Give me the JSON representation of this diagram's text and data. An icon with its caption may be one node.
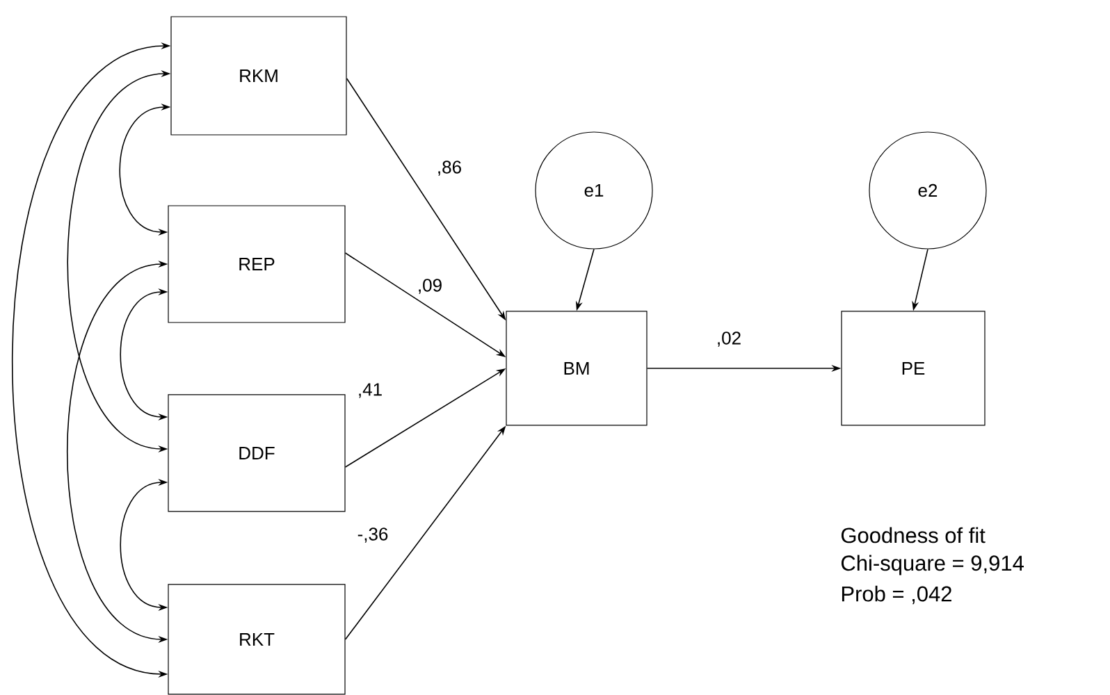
{
  "diagram": {
    "nodes": [
      {
        "text": [
          "RKM"
        ]
      },
      {
        "text": [
          "REP"
        ]
      },
      {
        "text": [
          "DDF"
        ]
      },
      {
        "text": [
          "RKT"
        ]
      },
      {
        "text": [
          "e1"
        ]
      },
      {
        "text": [
          "BM"
        ]
      },
      {
        "text": [
          "e2"
        ]
      },
      {
        "text": [
          "PE"
        ]
      }
    ],
    "edges": [
      {
        "from": 0,
        "to": 5,
        "arrow": "to",
        "label": ",86"
      },
      {
        "from": 1,
        "to": 5,
        "arrow": "to",
        "label": ",09"
      },
      {
        "from": 2,
        "to": 5,
        "arrow": "to",
        "label": ",41"
      },
      {
        "from": 3,
        "to": 5,
        "arrow": "to",
        "label": "-,36"
      },
      {
        "from": 5,
        "to": 7,
        "arrow": "to",
        "label": ",02"
      },
      {
        "from": 4,
        "to": 5,
        "arrow": "to"
      },
      {
        "from": 6,
        "to": 7,
        "arrow": "to"
      },
      {
        "from": 0,
        "to": 3,
        "arrow": "both"
      },
      {
        "from": 0,
        "to": 2,
        "arrow": "both"
      },
      {
        "from": 0,
        "to": 1,
        "arrow": "both"
      },
      {
        "from": 1,
        "to": 3,
        "arrow": "both"
      },
      {
        "from": 1,
        "to": 2,
        "arrow": "both"
      },
      {
        "from": 2,
        "to": 3,
        "arrow": "both"
      }
    ],
    "labels": [
      "Goodness of fit",
      "Chi-square = 9,914",
      "Prob = ,042"
    ]
  }
}
